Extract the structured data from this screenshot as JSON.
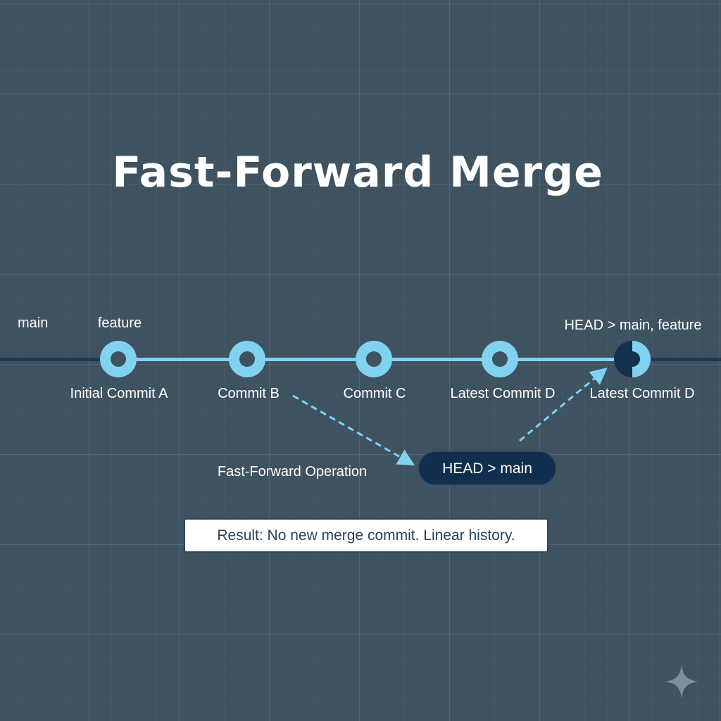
{
  "title": "Fast-Forward Merge",
  "branch_labels": {
    "main": "main",
    "feature": "feature",
    "head_target": "HEAD > main, feature"
  },
  "commits": [
    {
      "label": "Initial Commit A"
    },
    {
      "label": "Commit B"
    },
    {
      "label": "Commit C"
    },
    {
      "label": "Latest Commit D"
    },
    {
      "label": "Latest Commit D"
    }
  ],
  "operation": {
    "label": "Fast-Forward Operation",
    "pointer": "HEAD > main"
  },
  "result": "Result: No new merge commit. Linear history.",
  "colors": {
    "background": "#3f5260",
    "commit": "#7fd3f1",
    "head_node": "#13304f",
    "pill": "#102e4e",
    "result_text": "#2a4156"
  },
  "icons": {
    "corner": "sparkle-icon"
  }
}
